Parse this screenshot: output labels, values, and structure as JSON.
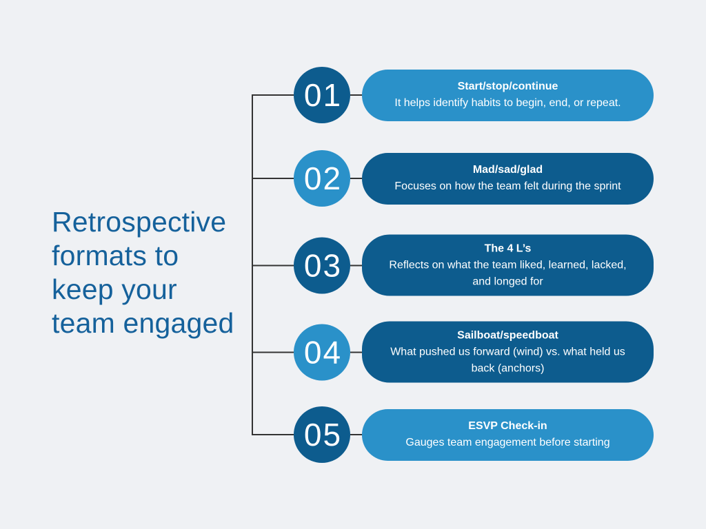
{
  "colors": {
    "background": "#eff1f4",
    "dark_blue": "#0d5c8e",
    "light_blue": "#2a91c9",
    "title_text": "#15619b",
    "connector": "#333333",
    "card_text": "#ffffff"
  },
  "title": {
    "lines": [
      "Retrospective",
      "formats to",
      "keep your",
      "team engaged"
    ]
  },
  "items": [
    {
      "number": "01",
      "circle_variant": "dark",
      "card_variant": "light",
      "heading": "Start/stop/continue",
      "description": "It helps identify habits to begin, end, or repeat."
    },
    {
      "number": "02",
      "circle_variant": "light",
      "card_variant": "dark",
      "heading": "Mad/sad/glad",
      "description": "Focuses on how the team felt during the sprint"
    },
    {
      "number": "03",
      "circle_variant": "dark",
      "card_variant": "dark",
      "heading": "The 4 L’s",
      "description": "Reflects on what the team liked, learned, lacked, and longed for"
    },
    {
      "number": "04",
      "circle_variant": "light",
      "card_variant": "dark",
      "heading": "Sailboat/speedboat",
      "description": "What pushed us forward (wind) vs. what held us back (anchors)"
    },
    {
      "number": "05",
      "circle_variant": "dark",
      "card_variant": "light",
      "heading": "ESVP Check-in",
      "description": "Gauges team engagement before starting"
    }
  ]
}
